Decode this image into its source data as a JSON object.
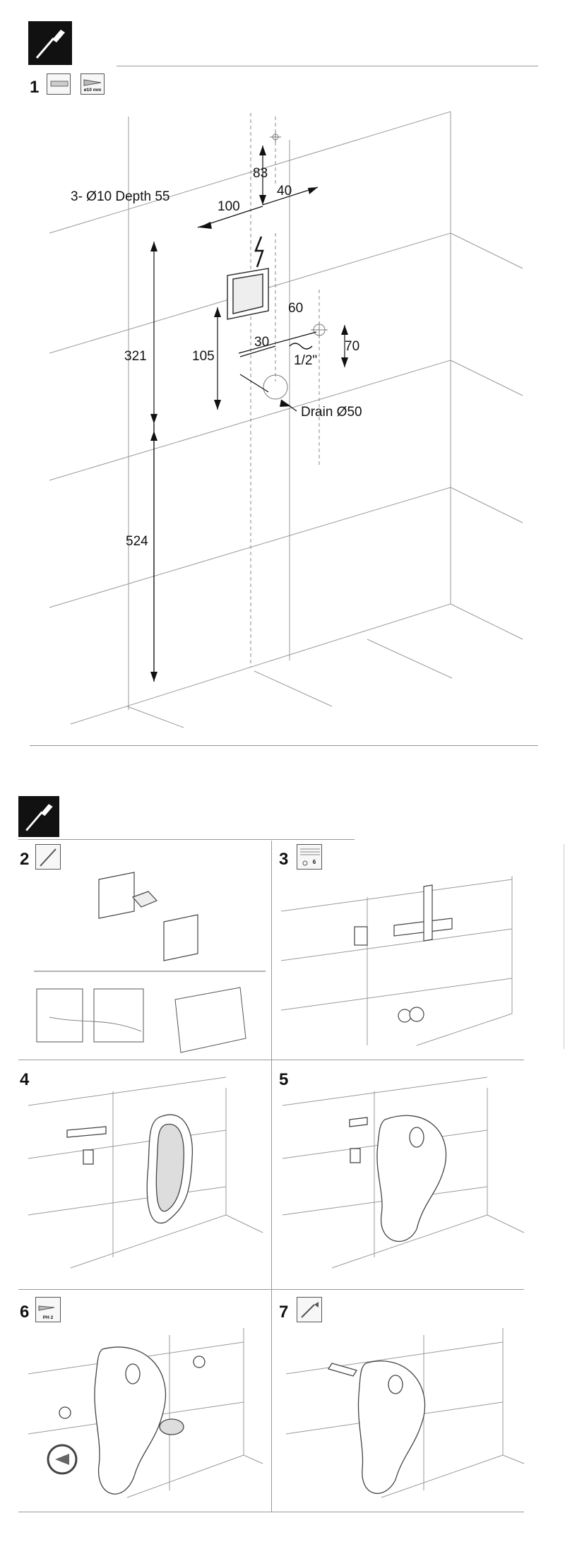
{
  "steps": {
    "s1": "1",
    "s2": "2",
    "s3": "3",
    "s4": "4",
    "s5": "5",
    "s6": "6",
    "s7": "7"
  },
  "icons": {
    "drill_bit_label": "ø10 mm",
    "screw_count": "6",
    "screwdriver_bit": "PH 2"
  },
  "dimensions": {
    "holes": "3- Ø10 Depth 55",
    "d83": "83",
    "d40": "40",
    "d100": "100",
    "d60": "60",
    "d30": "30",
    "d70": "70",
    "d105": "105",
    "d321": "321",
    "d524": "524",
    "pipe": "1/2\"",
    "drain": "Drain Ø50"
  }
}
